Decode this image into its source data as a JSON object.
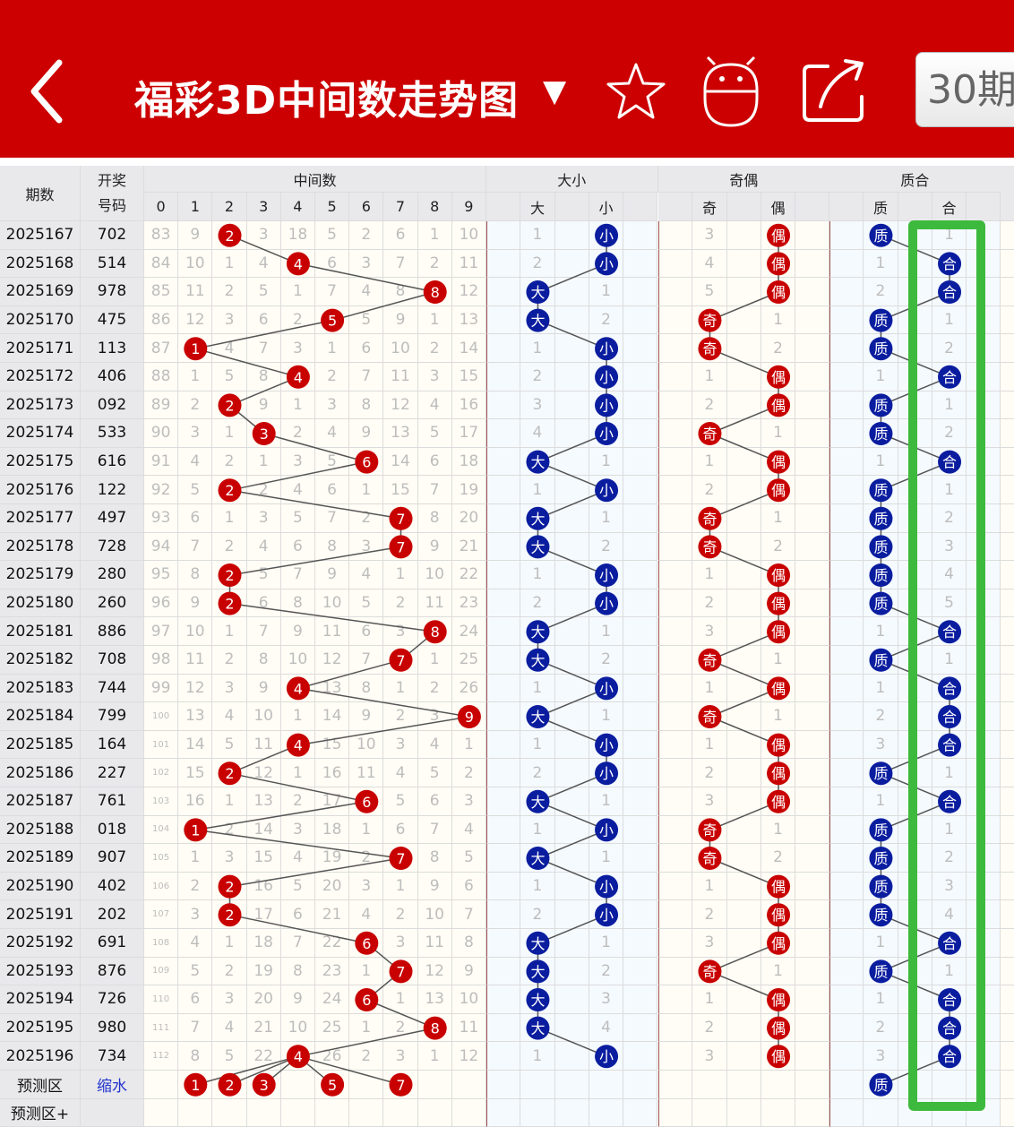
{
  "header": {
    "title": "福彩3D中间数走势图",
    "dropdown_arrow": "▼",
    "period_button": "30期",
    "icons": [
      "back-chevron-icon",
      "star-icon",
      "android-icon",
      "share-icon"
    ]
  },
  "colors": {
    "brand": "#cc0000",
    "ball_red": "#c80000",
    "ball_blue": "#0b1d9f",
    "highlight": "#3dba3d"
  },
  "table": {
    "col_issue": "期数",
    "col_number_top": "开奖",
    "col_number_bottom": "号码",
    "group_mid": "中间数",
    "digits": [
      "0",
      "1",
      "2",
      "3",
      "4",
      "5",
      "6",
      "7",
      "8",
      "9"
    ],
    "group_size": "大小",
    "size_labels": [
      "大",
      "小"
    ],
    "group_parity": "奇偶",
    "parity_labels": [
      "奇",
      "偶"
    ],
    "group_prime": "质合",
    "prime_labels": [
      "质",
      "合"
    ],
    "rows": [
      {
        "issue": "2025167",
        "num": "702",
        "mid": 2,
        "miss": [
          83,
          9,
          null,
          3,
          18,
          5,
          2,
          6,
          1,
          10
        ],
        "dx": [
          "1",
          "小"
        ],
        "jo": [
          "3",
          "偶"
        ],
        "zh": [
          "质",
          "1"
        ]
      },
      {
        "issue": "2025168",
        "num": "514",
        "mid": 4,
        "miss": [
          84,
          10,
          1,
          4,
          null,
          6,
          3,
          7,
          2,
          11
        ],
        "dx": [
          "2",
          "小"
        ],
        "jo": [
          "4",
          "偶"
        ],
        "zh": [
          "1",
          "合"
        ]
      },
      {
        "issue": "2025169",
        "num": "978",
        "mid": 8,
        "miss": [
          85,
          11,
          2,
          5,
          1,
          7,
          4,
          8,
          null,
          12
        ],
        "dx": [
          "大",
          "1"
        ],
        "jo": [
          "5",
          "偶"
        ],
        "zh": [
          "2",
          "合"
        ]
      },
      {
        "issue": "2025170",
        "num": "475",
        "mid": 5,
        "miss": [
          86,
          12,
          3,
          6,
          2,
          null,
          5,
          9,
          1,
          13
        ],
        "dx": [
          "大",
          "2"
        ],
        "jo": [
          "奇",
          "1"
        ],
        "zh": [
          "质",
          "1"
        ]
      },
      {
        "issue": "2025171",
        "num": "113",
        "mid": 1,
        "miss": [
          87,
          null,
          4,
          7,
          3,
          1,
          6,
          10,
          2,
          14
        ],
        "dx": [
          "1",
          "小"
        ],
        "jo": [
          "奇",
          "2"
        ],
        "zh": [
          "质",
          "2"
        ]
      },
      {
        "issue": "2025172",
        "num": "406",
        "mid": 4,
        "miss": [
          88,
          1,
          5,
          8,
          null,
          2,
          7,
          11,
          3,
          15
        ],
        "dx": [
          "2",
          "小"
        ],
        "jo": [
          "1",
          "偶"
        ],
        "zh": [
          "1",
          "合"
        ]
      },
      {
        "issue": "2025173",
        "num": "092",
        "mid": 2,
        "miss": [
          89,
          2,
          null,
          9,
          1,
          3,
          8,
          12,
          4,
          16
        ],
        "dx": [
          "3",
          "小"
        ],
        "jo": [
          "2",
          "偶"
        ],
        "zh": [
          "质",
          "1"
        ]
      },
      {
        "issue": "2025174",
        "num": "533",
        "mid": 3,
        "miss": [
          90,
          3,
          1,
          null,
          2,
          4,
          9,
          13,
          5,
          17
        ],
        "dx": [
          "4",
          "小"
        ],
        "jo": [
          "奇",
          "1"
        ],
        "zh": [
          "质",
          "2"
        ]
      },
      {
        "issue": "2025175",
        "num": "616",
        "mid": 6,
        "miss": [
          91,
          4,
          2,
          1,
          3,
          5,
          null,
          14,
          6,
          18
        ],
        "dx": [
          "大",
          "1"
        ],
        "jo": [
          "1",
          "偶"
        ],
        "zh": [
          "1",
          "合"
        ]
      },
      {
        "issue": "2025176",
        "num": "122",
        "mid": 2,
        "miss": [
          92,
          5,
          null,
          2,
          4,
          6,
          1,
          15,
          7,
          19
        ],
        "dx": [
          "1",
          "小"
        ],
        "jo": [
          "2",
          "偶"
        ],
        "zh": [
          "质",
          "1"
        ]
      },
      {
        "issue": "2025177",
        "num": "497",
        "mid": 7,
        "miss": [
          93,
          6,
          1,
          3,
          5,
          7,
          2,
          null,
          8,
          20
        ],
        "dx": [
          "大",
          "1"
        ],
        "jo": [
          "奇",
          "1"
        ],
        "zh": [
          "质",
          "2"
        ]
      },
      {
        "issue": "2025178",
        "num": "728",
        "mid": 7,
        "miss": [
          94,
          7,
          2,
          4,
          6,
          8,
          3,
          null,
          9,
          21
        ],
        "dx": [
          "大",
          "2"
        ],
        "jo": [
          "奇",
          "2"
        ],
        "zh": [
          "质",
          "3"
        ]
      },
      {
        "issue": "2025179",
        "num": "280",
        "mid": 2,
        "miss": [
          95,
          8,
          null,
          5,
          7,
          9,
          4,
          1,
          10,
          22
        ],
        "dx": [
          "1",
          "小"
        ],
        "jo": [
          "1",
          "偶"
        ],
        "zh": [
          "质",
          "4"
        ]
      },
      {
        "issue": "2025180",
        "num": "260",
        "mid": 2,
        "miss": [
          96,
          9,
          null,
          6,
          8,
          10,
          5,
          2,
          11,
          23
        ],
        "dx": [
          "2",
          "小"
        ],
        "jo": [
          "2",
          "偶"
        ],
        "zh": [
          "质",
          "5"
        ]
      },
      {
        "issue": "2025181",
        "num": "886",
        "mid": 8,
        "miss": [
          97,
          10,
          1,
          7,
          9,
          11,
          6,
          3,
          null,
          24
        ],
        "dx": [
          "大",
          "1"
        ],
        "jo": [
          "3",
          "偶"
        ],
        "zh": [
          "1",
          "合"
        ]
      },
      {
        "issue": "2025182",
        "num": "708",
        "mid": 7,
        "miss": [
          98,
          11,
          2,
          8,
          10,
          12,
          7,
          null,
          1,
          25
        ],
        "dx": [
          "大",
          "2"
        ],
        "jo": [
          "奇",
          "1"
        ],
        "zh": [
          "质",
          "1"
        ]
      },
      {
        "issue": "2025183",
        "num": "744",
        "mid": 4,
        "miss": [
          99,
          12,
          3,
          9,
          null,
          13,
          8,
          1,
          2,
          26
        ],
        "dx": [
          "1",
          "小"
        ],
        "jo": [
          "1",
          "偶"
        ],
        "zh": [
          "1",
          "合"
        ]
      },
      {
        "issue": "2025184",
        "num": "799",
        "mid": 9,
        "miss": [
          100,
          13,
          4,
          10,
          1,
          14,
          9,
          2,
          3,
          null
        ],
        "dx": [
          "大",
          "1"
        ],
        "jo": [
          "奇",
          "1"
        ],
        "zh": [
          "2",
          "合"
        ]
      },
      {
        "issue": "2025185",
        "num": "164",
        "mid": 4,
        "miss": [
          101,
          14,
          5,
          11,
          null,
          15,
          10,
          3,
          4,
          1
        ],
        "dx": [
          "1",
          "小"
        ],
        "jo": [
          "1",
          "偶"
        ],
        "zh": [
          "3",
          "合"
        ]
      },
      {
        "issue": "2025186",
        "num": "227",
        "mid": 2,
        "miss": [
          102,
          15,
          null,
          12,
          1,
          16,
          11,
          4,
          5,
          2
        ],
        "dx": [
          "2",
          "小"
        ],
        "jo": [
          "2",
          "偶"
        ],
        "zh": [
          "质",
          "1"
        ]
      },
      {
        "issue": "2025187",
        "num": "761",
        "mid": 6,
        "miss": [
          103,
          16,
          1,
          13,
          2,
          17,
          null,
          5,
          6,
          3
        ],
        "dx": [
          "大",
          "1"
        ],
        "jo": [
          "3",
          "偶"
        ],
        "zh": [
          "1",
          "合"
        ]
      },
      {
        "issue": "2025188",
        "num": "018",
        "mid": 1,
        "miss": [
          104,
          null,
          2,
          14,
          3,
          18,
          1,
          6,
          7,
          4
        ],
        "dx": [
          "1",
          "小"
        ],
        "jo": [
          "奇",
          "1"
        ],
        "zh": [
          "质",
          "1"
        ]
      },
      {
        "issue": "2025189",
        "num": "907",
        "mid": 7,
        "miss": [
          105,
          1,
          3,
          15,
          4,
          19,
          2,
          null,
          8,
          5
        ],
        "dx": [
          "大",
          "1"
        ],
        "jo": [
          "奇",
          "2"
        ],
        "zh": [
          "质",
          "2"
        ]
      },
      {
        "issue": "2025190",
        "num": "402",
        "mid": 2,
        "miss": [
          106,
          2,
          null,
          16,
          5,
          20,
          3,
          1,
          9,
          6
        ],
        "dx": [
          "1",
          "小"
        ],
        "jo": [
          "1",
          "偶"
        ],
        "zh": [
          "质",
          "3"
        ]
      },
      {
        "issue": "2025191",
        "num": "202",
        "mid": 2,
        "miss": [
          107,
          3,
          null,
          17,
          6,
          21,
          4,
          2,
          10,
          7
        ],
        "dx": [
          "2",
          "小"
        ],
        "jo": [
          "2",
          "偶"
        ],
        "zh": [
          "质",
          "4"
        ]
      },
      {
        "issue": "2025192",
        "num": "691",
        "mid": 6,
        "miss": [
          108,
          4,
          1,
          18,
          7,
          22,
          null,
          3,
          11,
          8
        ],
        "dx": [
          "大",
          "1"
        ],
        "jo": [
          "3",
          "偶"
        ],
        "zh": [
          "1",
          "合"
        ]
      },
      {
        "issue": "2025193",
        "num": "876",
        "mid": 7,
        "miss": [
          109,
          5,
          2,
          19,
          8,
          23,
          1,
          null,
          12,
          9
        ],
        "dx": [
          "大",
          "2"
        ],
        "jo": [
          "奇",
          "1"
        ],
        "zh": [
          "质",
          "1"
        ]
      },
      {
        "issue": "2025194",
        "num": "726",
        "mid": 6,
        "miss": [
          110,
          6,
          3,
          20,
          9,
          24,
          null,
          1,
          13,
          10
        ],
        "dx": [
          "大",
          "3"
        ],
        "jo": [
          "1",
          "偶"
        ],
        "zh": [
          "1",
          "合"
        ]
      },
      {
        "issue": "2025195",
        "num": "980",
        "mid": 8,
        "miss": [
          111,
          7,
          4,
          21,
          10,
          25,
          1,
          2,
          null,
          11
        ],
        "dx": [
          "大",
          "4"
        ],
        "jo": [
          "2",
          "偶"
        ],
        "zh": [
          "2",
          "合"
        ]
      },
      {
        "issue": "2025196",
        "num": "734",
        "mid": 4,
        "miss": [
          112,
          8,
          5,
          22,
          null,
          26,
          2,
          3,
          1,
          12
        ],
        "dx": [
          "1",
          "小"
        ],
        "jo": [
          "3",
          "偶"
        ],
        "zh": [
          "3",
          "合"
        ]
      }
    ],
    "predict": {
      "label": "预测区",
      "action": "缩水",
      "mid_picks": [
        1,
        2,
        3,
        5,
        7
      ],
      "prime_pick": "质"
    },
    "predict_plus": {
      "label": "预测区+"
    }
  }
}
